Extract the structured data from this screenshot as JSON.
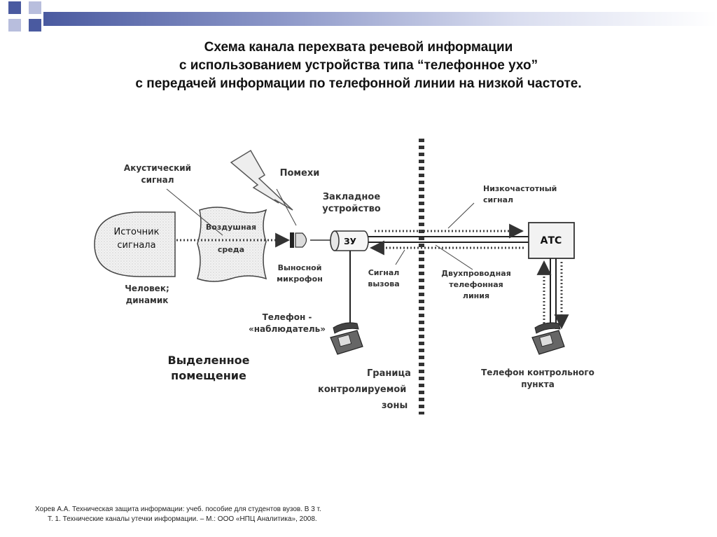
{
  "title": {
    "line1": "Схема канала перехвата речевой информации",
    "line2": "с использованием устройства типа “телефонное ухо”",
    "line3": "с передачей информации по телефонной линии на низкой частоте."
  },
  "diagram": {
    "acoustic_signal": [
      "Акустический",
      "сигнал"
    ],
    "noise": "Помехи",
    "embedded_device": [
      "Закладное",
      "устройство"
    ],
    "low_freq_signal": [
      "Низкочастотный",
      "сигнал"
    ],
    "source": [
      "Источник",
      "сигнала"
    ],
    "air": [
      "Воздушная",
      "среда"
    ],
    "zu": "ЗУ",
    "ats": "АТС",
    "remote_mic": [
      "Выносной",
      "микрофон"
    ],
    "call_signal": [
      "Сигнал",
      "вызова"
    ],
    "two_wire": [
      "Двухпроводная",
      "телефонная",
      "линия"
    ],
    "human": [
      "Человек;",
      "динамик"
    ],
    "observer_phone": [
      "Телефон -",
      "«наблюдатель»"
    ],
    "control_phone": [
      "Телефон контрольного",
      "пункта"
    ],
    "room": [
      "Выделенное",
      "помещение"
    ],
    "boundary": [
      "Граница",
      "контролируемой",
      "зоны"
    ]
  },
  "footer": {
    "line1": "Хорев А.А. Техническая защита информации: учеб. пособие для студентов вузов. В 3 т.",
    "line2": "Т. 1. Технические каналы утечки информации. – М.: ООО «НПЦ Аналитика», 2008."
  },
  "colors": {
    "accent": "#4a5aa0",
    "accent_light": "#b8bedd",
    "line": "#222222"
  }
}
